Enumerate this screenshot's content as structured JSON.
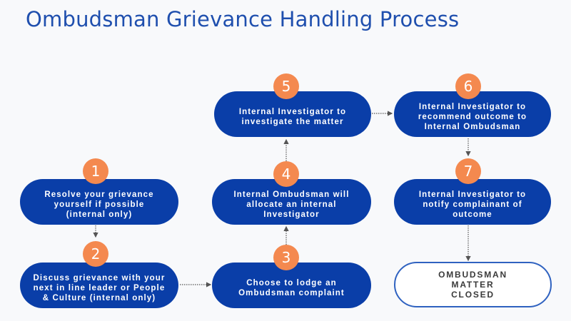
{
  "title": "Ombudsman Grievance Handling Process",
  "colors": {
    "box_fill": "#0a3ea8",
    "step_badge": "#f4894f",
    "title": "#1f4fae",
    "closed_border": "#2f62c0",
    "connector": "#555555"
  },
  "steps": [
    {
      "number": "1",
      "text": "Resolve your grievance yourself if possible (internal only)"
    },
    {
      "number": "2",
      "text": "Discuss grievance with your next in line leader or People & Culture (internal only)"
    },
    {
      "number": "3",
      "text": "Choose to lodge an Ombudsman complaint"
    },
    {
      "number": "4",
      "text": "Internal Ombudsman will allocate an internal Investigator"
    },
    {
      "number": "5",
      "text": "Internal Investigator to investigate the matter"
    },
    {
      "number": "6",
      "text": "Internal Investigator to recommend outcome to Internal Ombudsman"
    },
    {
      "number": "7",
      "text": "Internal Investigator to notify complainant of outcome"
    }
  ],
  "end_node": {
    "text": "OMBUDSMAN MATTER CLOSED"
  },
  "connections": [
    {
      "from": "1",
      "to": "2"
    },
    {
      "from": "2",
      "to": "3"
    },
    {
      "from": "3",
      "to": "4"
    },
    {
      "from": "4",
      "to": "5"
    },
    {
      "from": "5",
      "to": "6"
    },
    {
      "from": "6",
      "to": "7"
    },
    {
      "from": "7",
      "to": "end"
    }
  ]
}
